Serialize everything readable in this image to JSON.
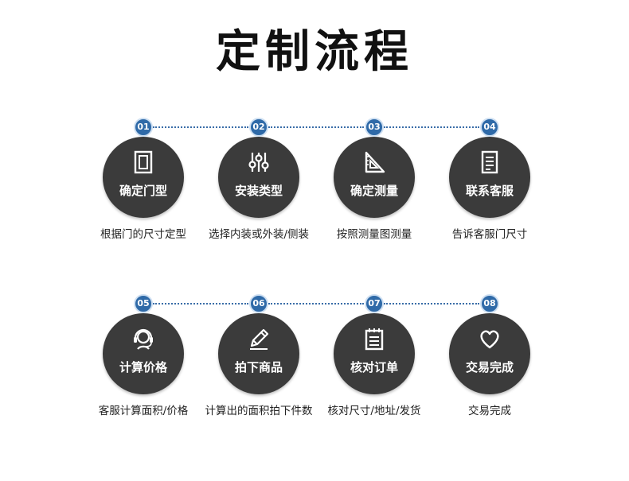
{
  "title": "定制流程",
  "colors": {
    "accent": "#2f6aa8",
    "circle": "#3b3b3b",
    "text": "#222222"
  },
  "steps": [
    {
      "num": "01",
      "label": "确定门型",
      "desc": "根据门的尺寸定型",
      "icon": "door-frame-icon"
    },
    {
      "num": "02",
      "label": "安装类型",
      "desc": "选择内装或外装/侧装",
      "icon": "sliders-icon"
    },
    {
      "num": "03",
      "label": "确定测量",
      "desc": "按照测量图测量",
      "icon": "set-square-ruler-icon"
    },
    {
      "num": "04",
      "label": "联系客服",
      "desc": "告诉客服门尺寸",
      "icon": "document-icon"
    },
    {
      "num": "05",
      "label": "计算价格",
      "desc": "客服计算面积/价格",
      "icon": "headset-support-icon"
    },
    {
      "num": "06",
      "label": "拍下商品",
      "desc": "计算出的面积拍下件数",
      "icon": "pencil-icon"
    },
    {
      "num": "07",
      "label": "核对订单",
      "desc": "核对尺寸/地址/发货",
      "icon": "notepad-icon"
    },
    {
      "num": "08",
      "label": "交易完成",
      "desc": "交易完成",
      "icon": "heart-icon"
    }
  ]
}
